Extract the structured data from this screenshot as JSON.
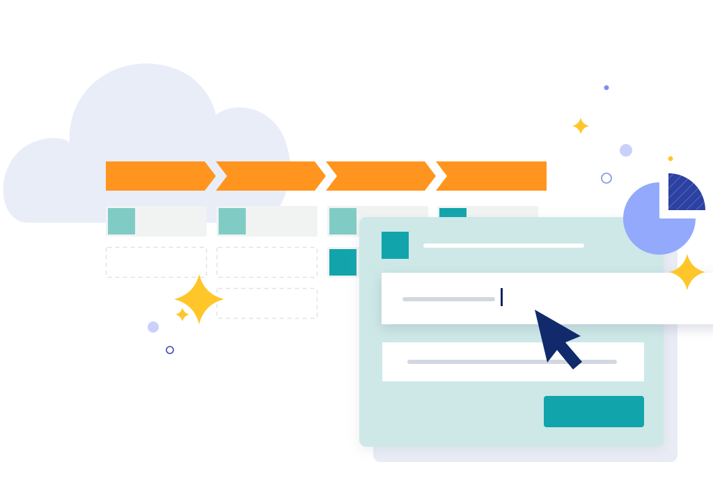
{
  "colors": {
    "background": "#ffffff",
    "cloud": "#e9edf7",
    "pipeline_orange": "#ff951f",
    "card_gray": "#f1f3f3",
    "teal_light": "#80ccc5",
    "teal_dark": "#11a5ab",
    "dashed_border": "#dfe3e6",
    "form_panel": "#cde8e7",
    "form_shadow_panel": "#e9ecf5",
    "field_white": "#ffffff",
    "placeholder_line": "#d3d7e0",
    "text_cursor": "#14235e",
    "mouse_pointer": "#102a6c",
    "pie_large": "#93a9fb",
    "pie_slice": "#2c41a0",
    "sparkle": "#ffc62a",
    "dot_lavender": "#c9d1fb",
    "dot_blue": "#7c8ff0",
    "dot_yellow": "#ffc62a",
    "ring_blue": "#7f8ee0",
    "ring_navy": "#3b4aa8"
  },
  "icons": {
    "cloud": "cloud-icon",
    "pointer": "mouse-pointer-icon",
    "text_cursor": "text-cursor-icon",
    "pie": "pie-chart-icon",
    "sparkle": "sparkle-icon"
  },
  "pipeline": {
    "stage_count": 4,
    "columns": [
      {
        "cards": [
          "filled-light",
          "dashed"
        ]
      },
      {
        "cards": [
          "filled-light",
          "dashed",
          "dashed"
        ]
      },
      {
        "cards": [
          "filled-light",
          "filled-dark"
        ]
      },
      {
        "cards": [
          "filled-dark"
        ]
      }
    ]
  },
  "form": {
    "fields": [
      "text-input",
      "text-input"
    ],
    "submit_button": true
  }
}
